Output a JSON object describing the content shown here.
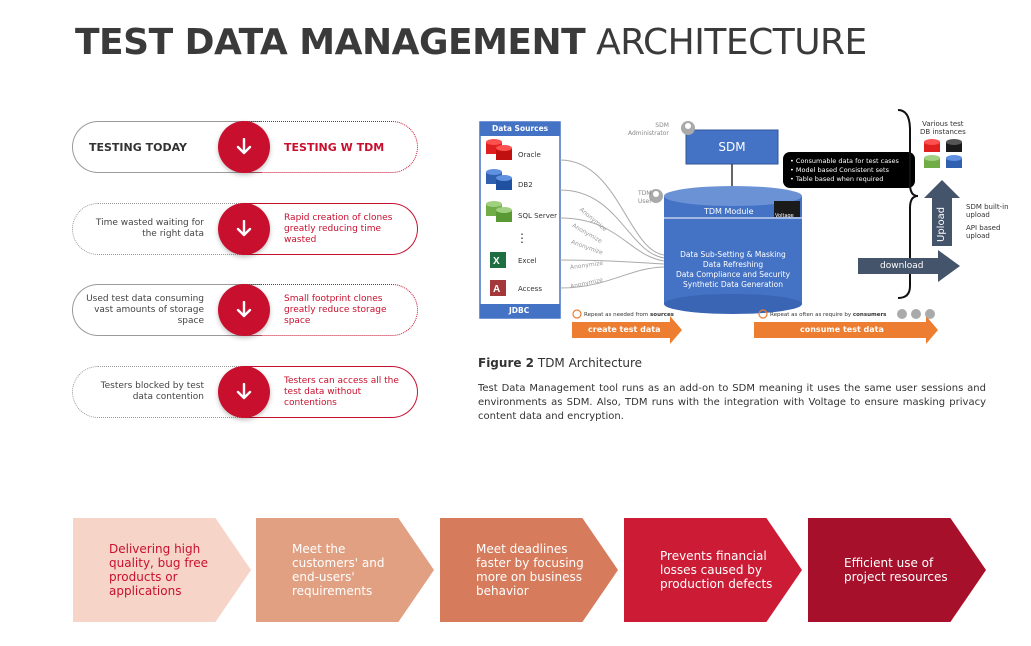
{
  "title": {
    "bold": "TEST DATA MANAGEMENT",
    "light": "ARCHITECTURE"
  },
  "comparison": [
    {
      "left": "TESTING TODAY",
      "right": "TESTING W TDM"
    },
    {
      "left": "Time wasted waiting for the right data",
      "right": "Rapid creation of clones greatly reducing time wasted"
    },
    {
      "left": "Used test data consuming vast amounts of storage space",
      "right": "Small footprint clones greatly reduce storage space"
    },
    {
      "left": "Testers blocked by test data contention",
      "right": "Testers can access all the test data without contentions"
    }
  ],
  "diagram": {
    "data_sources_title": "Data Sources",
    "sources": [
      "Oracle",
      "DB2",
      "SQL Server",
      "Excel",
      "Access"
    ],
    "ellipsis": "⋮",
    "jdbc": "JDBC",
    "anonymize": "Anonymize",
    "sdm_admin": "SDM\nAdministrator",
    "sdm": "SDM",
    "tdm_user": "TDM\nUser",
    "tdm_module": "TDM Module",
    "voltage": "Voltage",
    "cylinder_lines": [
      "Data Sub-Setting & Masking",
      "Data Refreshing",
      "Data Compliance and Security",
      "Synthetic Data Generation"
    ],
    "features": [
      "Consumable data for test cases",
      "Model based Consistent sets",
      "Table based when required"
    ],
    "various_test": "Various test\nDB instances",
    "upload": "Upload",
    "download": "download",
    "sdm_builtin": "SDM built-in\nupload",
    "api_based": "API based\nupload",
    "repeat_sources_prefix": "Repeat as needed from ",
    "repeat_sources_bold": "sources",
    "create_test_data": "create test data",
    "repeat_consumers_prefix": "Repeat as often as require by ",
    "repeat_consumers_bold": "consumers",
    "consume_test_data": "consume test data"
  },
  "figure": {
    "label": "Figure 2",
    "caption": "TDM Architecture"
  },
  "description": "Test Data Management tool runs as an add-on to SDM meaning it uses the same user sessions and environments as SDM. Also, TDM runs with the integration with Voltage to ensure masking privacy content data and encryption.",
  "benefits": [
    {
      "text": "Delivering high quality, bug free products or applications",
      "bg": "#f6d5c8",
      "fg": "#c8102e"
    },
    {
      "text": "Meet the customers' and end-users' requirements",
      "bg": "#e2a082",
      "fg": "#ffffff"
    },
    {
      "text": "Meet deadlines faster by focusing more on business behavior",
      "bg": "#d67b5c",
      "fg": "#ffffff"
    },
    {
      "text": "Prevents financial losses caused by production defects",
      "bg": "#cc1b35",
      "fg": "#ffffff"
    },
    {
      "text": "Efficient use of project resources",
      "bg": "#a6102a",
      "fg": "#ffffff"
    }
  ],
  "colors": {
    "accent": "#c8102e",
    "blue": "#4472c4",
    "orange": "#ed7d31",
    "navy": "#44546a"
  }
}
